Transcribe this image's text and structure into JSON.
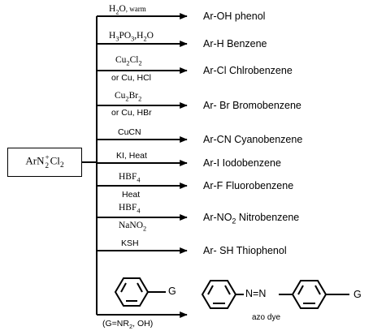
{
  "start": {
    "base": "ArN",
    "sub": "2",
    "sup": "+",
    "tail": "Cl",
    "tail_sub": "2"
  },
  "reactions": [
    {
      "reagent_top": {
        "parts": [
          "H",
          "2",
          "O",
          ", warm"
        ],
        "kind": "formula"
      },
      "product": "Ar-OH phenol"
    },
    {
      "reagent_top": {
        "parts": [
          "H",
          "3",
          "PO",
          "3",
          ",H",
          "2",
          "O"
        ],
        "kind": "formula"
      },
      "product": "Ar-H Benzene"
    },
    {
      "reagent_top": {
        "parts": [
          "Cu",
          "2",
          "Cl",
          "2"
        ],
        "kind": "formula"
      },
      "reagent_bottom": "or Cu, HCl",
      "product": "Ar-Cl Chlrobenzene"
    },
    {
      "reagent_top": {
        "parts": [
          "Cu",
          "2",
          "Br",
          "2"
        ],
        "kind": "formula"
      },
      "reagent_bottom": "or Cu, HBr",
      "product": "Ar- Br Bromobenzene"
    },
    {
      "reagent_top": {
        "parts": [
          "CuCN"
        ],
        "kind": "plain"
      },
      "product": "Ar-CN Cyanobenzene"
    },
    {
      "reagent_top": {
        "parts": [
          "KI, Heat"
        ],
        "kind": "plain"
      },
      "product": "Ar-I Iodobenzene"
    },
    {
      "reagent_top": {
        "parts": [
          "HBF",
          "4"
        ],
        "kind": "formula"
      },
      "reagent_bottom": "Heat",
      "product": "Ar-F Fluorobenzene"
    },
    {
      "reagent_top": {
        "parts": [
          "HBF",
          "4"
        ],
        "kind": "formula"
      },
      "reagent_bottom_parts": [
        "NaNO",
        "2"
      ],
      "product_parts": [
        "Ar-NO",
        "2",
        " Nitrobenzene"
      ]
    },
    {
      "reagent_top": {
        "parts": [
          "KSH"
        ],
        "kind": "plain"
      },
      "product": "Ar- SH Thiophenol"
    }
  ],
  "coupling": {
    "substituent_left": "G",
    "condition_parts": [
      "(G=NR",
      "2",
      ", OH)"
    ],
    "azo_link": "N=N",
    "substituent_right": "G",
    "product_label": "azo dye"
  }
}
